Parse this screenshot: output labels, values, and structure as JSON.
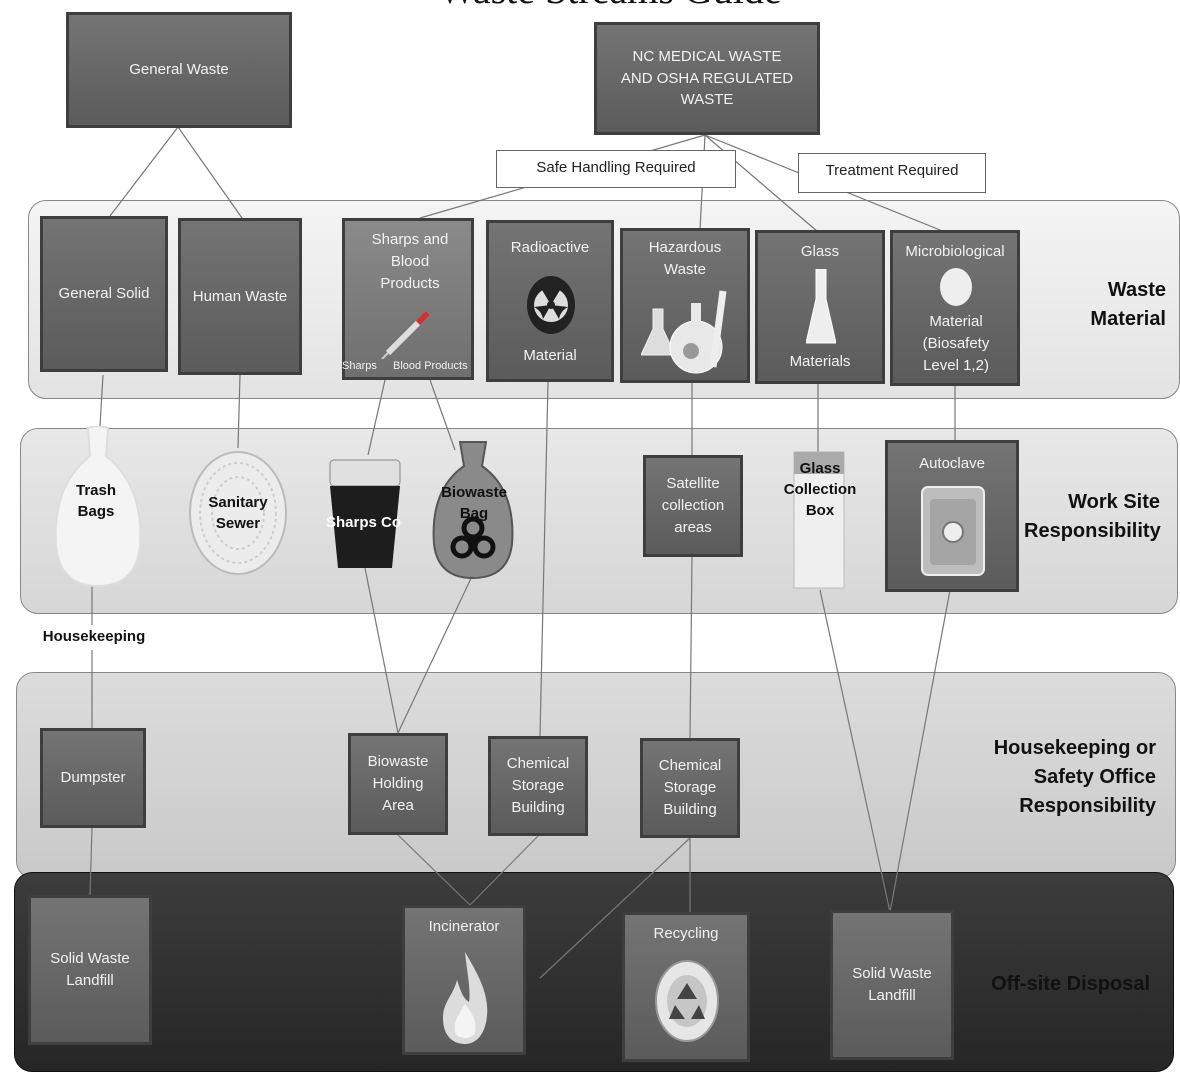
{
  "title": "Waste Streams Guide",
  "sources": {
    "general": "General Waste",
    "nc_medical": "NC MEDICAL WASTE AND OSHA REGULATED WASTE"
  },
  "callouts": {
    "safe_handling": "Safe Handling Required",
    "treatment": "Treatment Required"
  },
  "row_labels": {
    "waste_material": "Waste Material",
    "work_site": "Work Site Responsibility",
    "housekeeping_safety": "Housekeeping or Safety Office Responsibility",
    "offsite": "Off-site Disposal"
  },
  "waste_material": {
    "general_solid": "General Solid",
    "human_waste": "Human Waste",
    "sharps_title": "Sharps and Blood Products",
    "sharps_sub1": "Sharps",
    "sharps_sub2": "Blood Products",
    "radioactive_title": "Radioactive",
    "radioactive_sub": "Material",
    "hazardous": "Hazardous Waste",
    "glass_title": "Glass",
    "glass_sub": "Materials",
    "micro_title": "Microbiological",
    "micro_sub": "Material (Biosafety Level 1,2)"
  },
  "work_site": {
    "trash_bags": "Trash Bags",
    "sanitary_sewer": "Sanitary Sewer",
    "sharps_container": "Sharps Containe",
    "biowaste_bag": "Biowaste Bag",
    "satellite": "Satellite collection areas",
    "glass_box": "Glass Collection Box",
    "autoclave": "Autoclave",
    "housekeeping": "Housekeeping"
  },
  "housekeeping_row": {
    "dumpster": "Dumpster",
    "biowaste_holding": "Biowaste Holding Area",
    "chem_storage_1": "Chemical Storage Building",
    "chem_storage_2": "Chemical Storage Building"
  },
  "offsite": {
    "landfill_1": "Solid Waste Landfill",
    "incinerator": "Incinerator",
    "recycling": "Recycling",
    "landfill_2": "Solid Waste Landfill"
  }
}
